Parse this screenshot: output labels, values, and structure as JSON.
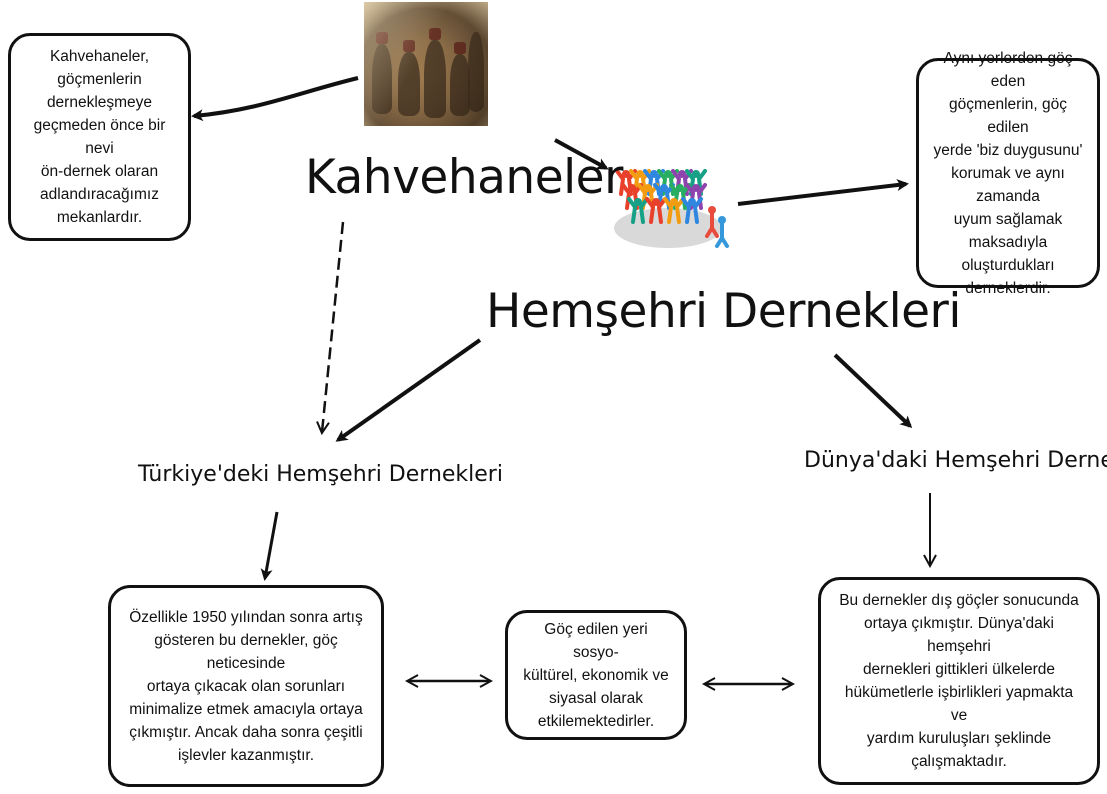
{
  "center": {
    "kahvehaneler": "Kahvehaneler",
    "hemsehri": "Hemşehri Dernekleri"
  },
  "branches": {
    "turkiye": "Türkiye'deki Hemşehri Dernekleri",
    "dunya": "Dünya'daki Hemşehri Dernekleri"
  },
  "boxes": {
    "kahvehane_desc": [
      "Kahvehaneler,",
      "göçmenlerin",
      "dernekleşmeye",
      "geçmeden önce bir nevi",
      "ön-dernek olaran",
      "adlandıracağımız",
      "mekanlardır."
    ],
    "hemsehri_desc": [
      "Aynı yerlerden göç eden",
      "göçmenlerin, göç edilen",
      "yerde 'biz duygusunu'",
      "korumak ve aynı zamanda",
      "uyum sağlamak",
      "maksadıyla oluşturdukları",
      "derneklerdir."
    ],
    "turkiye_desc": [
      "Özellikle 1950 yılından sonra artış",
      "gösteren bu dernekler, göç neticesinde",
      "ortaya çıkacak olan sorunları",
      "minimalize etmek amacıyla ortaya",
      "çıkmıştır. Ancak daha sonra çeşitli",
      "işlevler kazanmıştır."
    ],
    "common_desc": [
      "Göç edilen yeri sosyo-",
      "kültürel, ekonomik ve",
      "siyasal olarak",
      "etkilemektedirler."
    ],
    "dunya_desc": [
      "Bu dernekler dış göçler sonucunda",
      "ortaya çıkmıştır. Dünya'daki hemşehri",
      "dernekleri gittikleri ülkelerde",
      "hükümetlerle işbirlikleri yapmakta ve",
      "yardım kuruluşları şeklinde",
      "çalışmaktadır."
    ]
  },
  "images": {
    "coffeehouse_photo": "coffeehouse-photo-icon",
    "people_group": "people-group-icon"
  },
  "colors": {
    "ink": "#111111",
    "people": [
      "#e8402a",
      "#f39c12",
      "#2e86de",
      "#27ae60",
      "#8e44ad",
      "#16a085"
    ]
  }
}
